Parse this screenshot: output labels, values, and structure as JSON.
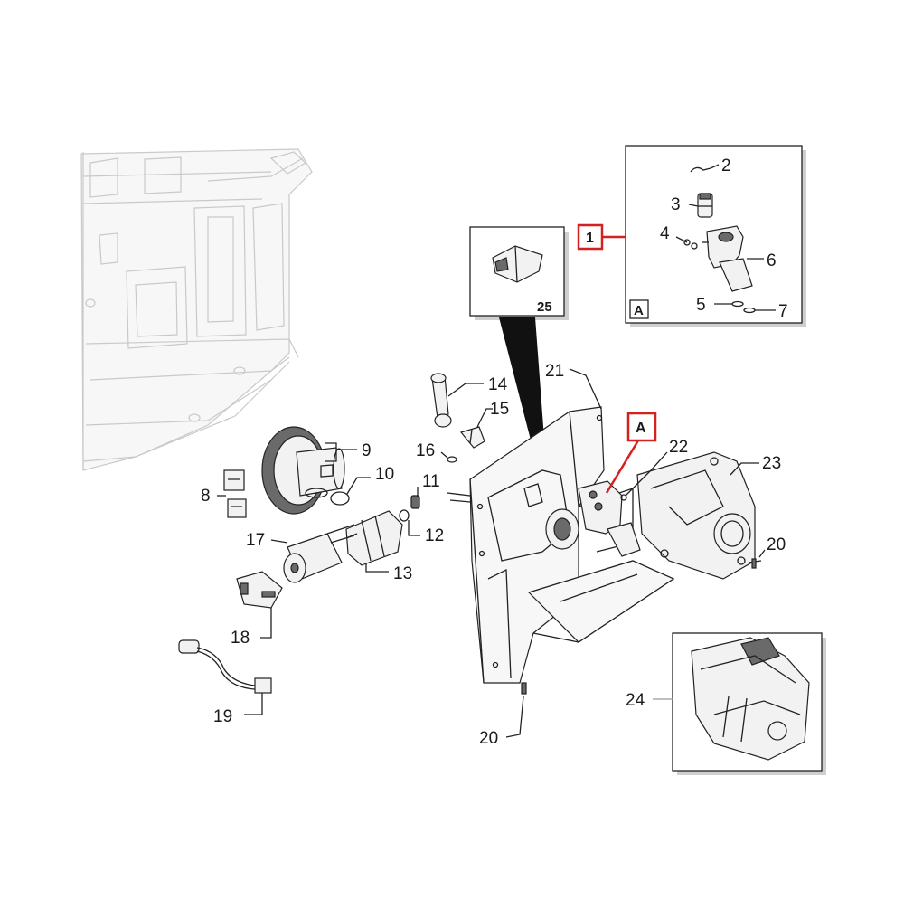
{
  "diagram": {
    "part_labels": {
      "p2": "2",
      "p3": "3",
      "p4": "4",
      "p5": "5",
      "p6": "6",
      "p7": "7",
      "p8": "8",
      "p9": "9",
      "p10": "10",
      "p11": "11",
      "p12": "12",
      "p13": "13",
      "p14": "14",
      "p15": "15",
      "p16": "16",
      "p17": "17",
      "p18": "18",
      "p19": "19",
      "p20a": "20",
      "p20b": "20",
      "p21": "21",
      "p22": "22",
      "p23": "23",
      "p24": "24",
      "p25": "25"
    },
    "callouts": {
      "assembly_1": "1",
      "detail_a_marker": "A",
      "detail_a_inset": "A"
    },
    "colors": {
      "callout_red": "#d42020",
      "ghost_line": "#c9c9c9",
      "ink": "#222222"
    }
  }
}
